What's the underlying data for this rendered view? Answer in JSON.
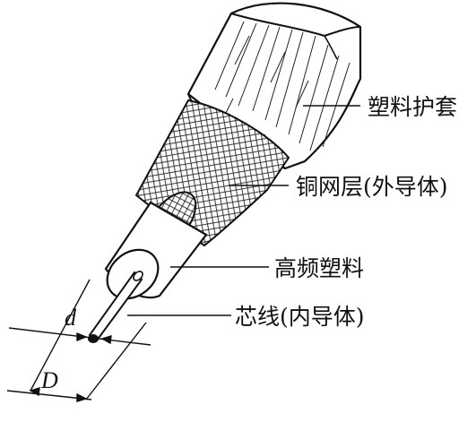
{
  "labels": {
    "jacket": "塑料护套",
    "braid": "铜网层(外导体)",
    "dielectric": "高频塑料",
    "core": "芯线(内导体)"
  },
  "dimensions": {
    "inner": "d",
    "outer": "D"
  },
  "colors": {
    "ink": "#111111",
    "paper": "#ffffff"
  }
}
